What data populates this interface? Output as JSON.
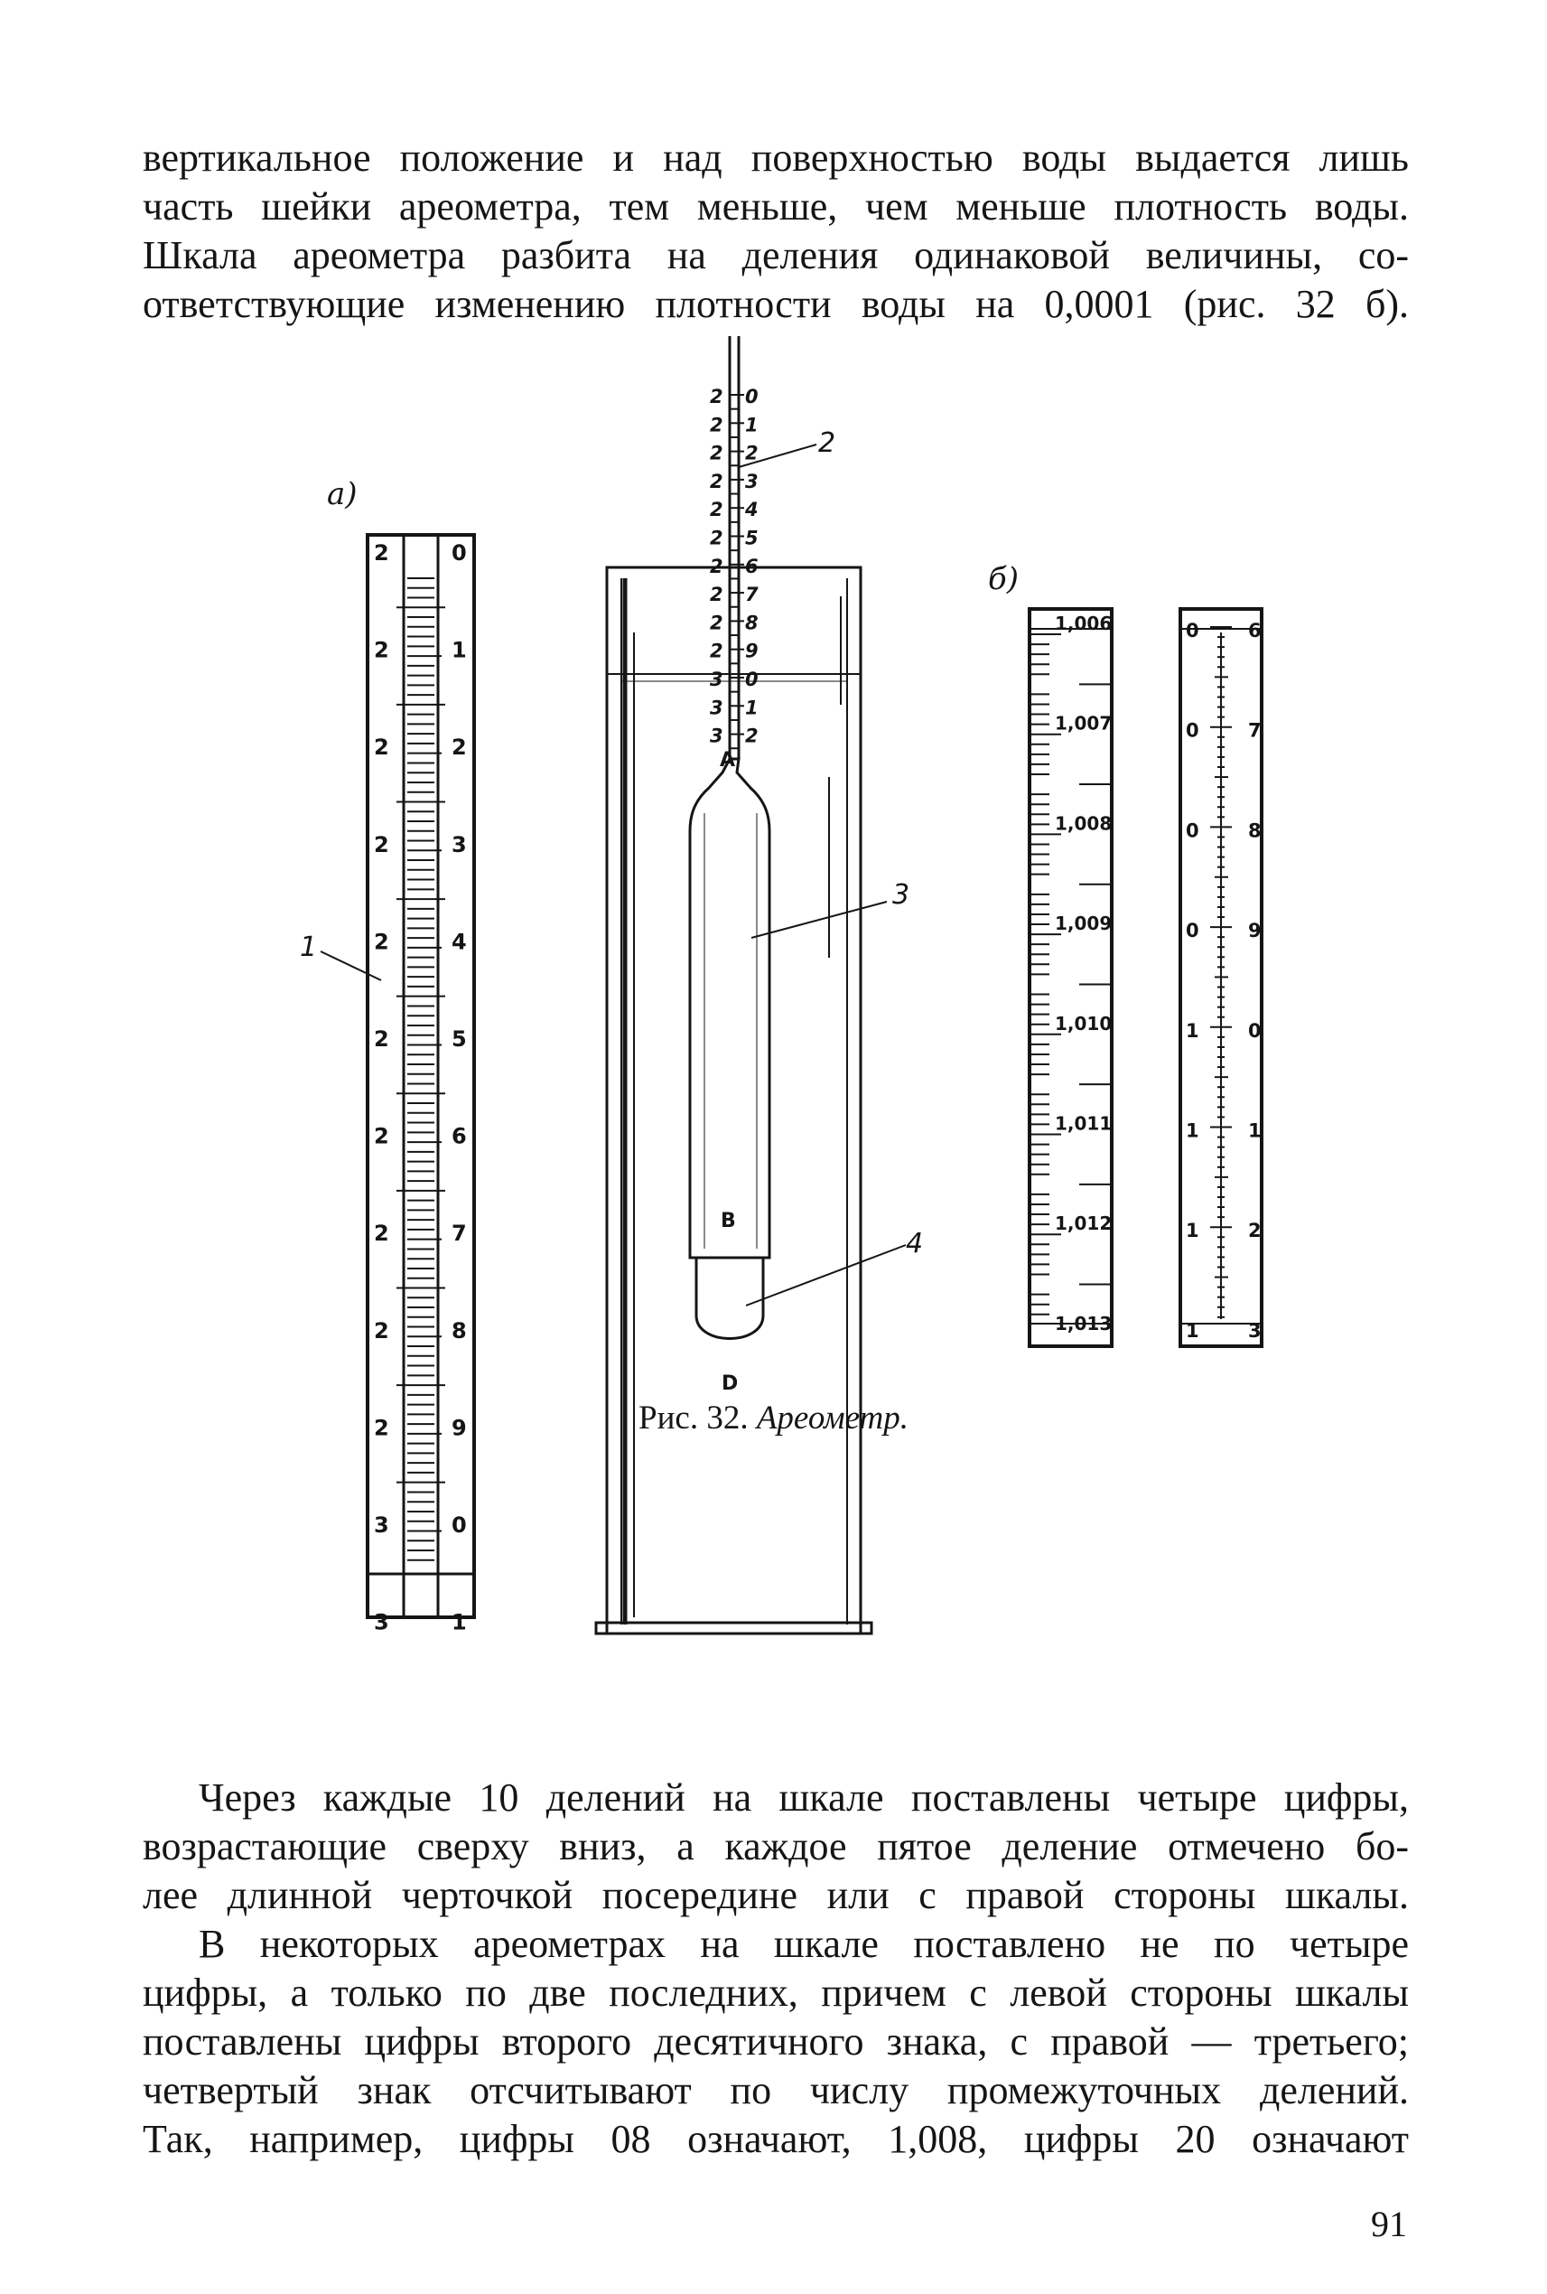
{
  "text": {
    "paragraph1_lines": [
      "вертикальное положение и над поверхностью воды выдается лишь",
      "часть шейки ареометра, тем меньше, чем меньше плотность воды.",
      "Шкала ареометра разбита на деления одинаковой величины, со-",
      "ответствующие изменению плотности воды на 0,0001 (рис. 32 б)."
    ],
    "caption_prefix": "Рис. 32.",
    "caption_title": "Ареометр.",
    "paragraph2_lines": [
      "Через каждые 10 делений на шкале поставлены четыре цифры,",
      "возрастающие сверху вниз, а каждое пятое деление отмечено бо-",
      "лее длинной черточкой посередине или с правой стороны шкалы."
    ],
    "paragraph3_lines": [
      "В некоторых ареометрах на шкале поставлено не по четыре",
      "цифры, а только по две последних, причем с левой стороны шкалы",
      "поставлены цифры второго десятичного знака, с правой — третьего;",
      "четвертый знак отсчитывают по числу промежуточных делений.",
      "Так, например, цифры 08 означают, 1,008, цифры 20 означают"
    ],
    "page_number": "91"
  },
  "figure": {
    "panel_labels": {
      "a": "а)",
      "b": "б)"
    },
    "callouts": [
      "1",
      "2",
      "3",
      "4"
    ],
    "point_labels": [
      "A",
      "B",
      "D"
    ],
    "scale_a_left": [
      "2",
      "2",
      "2",
      "2",
      "2",
      "2",
      "2",
      "2",
      "2",
      "2",
      "3",
      "3"
    ],
    "scale_a_right": [
      "0",
      "1",
      "2",
      "3",
      "4",
      "5",
      "6",
      "7",
      "8",
      "9",
      "0",
      "1"
    ],
    "stem_left": [
      "2",
      "2",
      "2",
      "2",
      "2",
      "2",
      "2",
      "2",
      "2",
      "2",
      "3",
      "3",
      "3"
    ],
    "stem_right": [
      "0",
      "1",
      "2",
      "3",
      "4",
      "5",
      "6",
      "7",
      "8",
      "9",
      "0",
      "1",
      "2"
    ],
    "scale_b1_labels": [
      "1,006",
      "1,007",
      "1,008",
      "1,009",
      "1,010",
      "1,011",
      "1,012",
      "1,013"
    ],
    "scale_b2_left": [
      "0",
      "0",
      "0",
      "0",
      "1",
      "1",
      "1",
      "1"
    ],
    "scale_b2_right": [
      "6",
      "7",
      "8",
      "9",
      "0",
      "1",
      "2",
      "3"
    ]
  }
}
